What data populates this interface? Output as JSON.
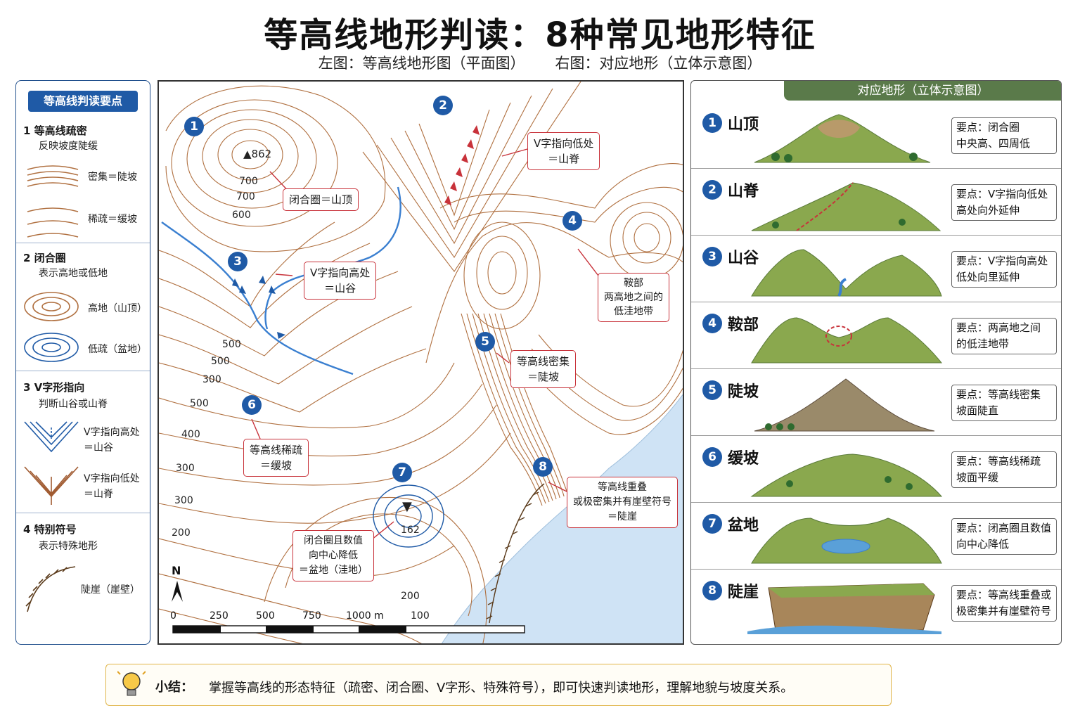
{
  "title": "等高线地形判读：8种常见地形特征",
  "subtitle": {
    "left": "左图：等高线地形图（平面图）",
    "right": "右图：对应地形（立体示意图）"
  },
  "legend": {
    "heading": "等高线判读要点",
    "sections": [
      {
        "title": "1  等高线疏密",
        "desc": "反映坡度陡缓",
        "items": [
          "密集＝陡坡",
          "稀疏＝缓坡"
        ]
      },
      {
        "title": "2  闭合圈",
        "desc": "表示高地或低地",
        "items": [
          "高地（山顶）",
          "低疏（盆地）"
        ]
      },
      {
        "title": "3  V字形指向",
        "desc": "判断山谷或山脊",
        "items": [
          "V字指向高处",
          "＝山谷",
          "V字指向低处",
          "＝山脊"
        ]
      },
      {
        "title": "4  特别符号",
        "desc": "表示特殊地形",
        "items": [
          "陡崖（崖壁）"
        ]
      }
    ]
  },
  "map": {
    "numbers": [
      "1",
      "2",
      "3",
      "4",
      "5",
      "6",
      "7",
      "8"
    ],
    "callouts": {
      "c1": "闭合圈＝山顶",
      "c2a": "V字指向低处",
      "c2b": "＝山脊",
      "c3a": "V字指向高处",
      "c3b": "＝山谷",
      "c4a": "鞍部",
      "c4b": "两高地之间的",
      "c4c": "低洼地带",
      "c5a": "等高线密集",
      "c5b": "＝陡坡",
      "c6a": "等高线稀疏",
      "c6b": "＝缓坡",
      "c7a": "闭合圈且数值",
      "c7b": "向中心降低",
      "c7c": "＝盆地（洼地）",
      "c8a": "等高线重叠",
      "c8b": "或极密集并有崖壁符号",
      "c8c": "＝陡崖"
    },
    "peak": "▲862",
    "basin_symbol": "▼",
    "basin_value": "162",
    "elevations": [
      "700",
      "700",
      "600",
      "500",
      "500",
      "300",
      "500",
      "400",
      "300",
      "300",
      "200",
      "200",
      "100"
    ],
    "north": "N",
    "scale": [
      "0",
      "250",
      "500",
      "750",
      "1000 m"
    ]
  },
  "panel": {
    "heading": "对应地形（立体示意图）",
    "rows": [
      {
        "num": "1",
        "name": "山顶",
        "note": "要点：闭合圈 中央高、四周低"
      },
      {
        "num": "2",
        "name": "山脊",
        "note": "要点：V字指向低处 高处向外延伸"
      },
      {
        "num": "3",
        "name": "山谷",
        "note": "要点：V字指向高处 低处向里延伸"
      },
      {
        "num": "4",
        "name": "鞍部",
        "note": "要点：两高地之间 的低洼地带"
      },
      {
        "num": "5",
        "name": "陡坡",
        "note": "要点：等高线密集 坡面陡直"
      },
      {
        "num": "6",
        "name": "缓坡",
        "note": "要点：等高线稀疏 坡面平缓"
      },
      {
        "num": "7",
        "name": "盆地",
        "note": "要点：闭高圈且数值 向中心降低"
      },
      {
        "num": "8",
        "name": "陡崖",
        "note": "要点：等高线重叠或 极密集并有崖壁符号"
      }
    ]
  },
  "summary": {
    "label": "小结：",
    "text": "掌握等高线的形态特征（疏密、闭合圈、V字形、特殊符号），即可快速判读地形，理解地貌与坡度关系。"
  },
  "colors": {
    "contour": "#b07040",
    "water": "#cfe3f5",
    "river": "#3a7fd0",
    "accent_red": "#c8323a",
    "badge_blue": "#1f5aa6",
    "hill": "#8aa84e"
  }
}
